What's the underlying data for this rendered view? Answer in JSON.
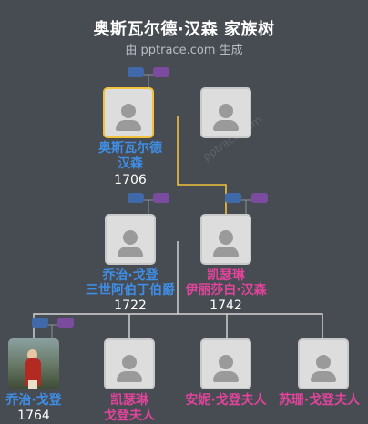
{
  "header": {
    "title": "奥斯瓦尔德·汉森 家族树",
    "subtitle": "由 pptrace.com 生成"
  },
  "watermark": "pptrace.com",
  "colors": {
    "background": "#474b52",
    "male": "#3f8ee6",
    "female": "#e0449b",
    "selected_border": "#f2c23d",
    "connector": "#f2c23d"
  },
  "people": [
    {
      "id": "oswald",
      "name_line1": "奥斯瓦尔德",
      "name_line2": "汉森",
      "year": "1706",
      "gender": "male",
      "selected": true
    },
    {
      "id": "spouse1",
      "name_line1": "",
      "name_line2": "",
      "year": "",
      "gender": "female",
      "selected": false
    },
    {
      "id": "george3",
      "name_line1": "乔治·戈登",
      "name_line2": "三世阿伯丁伯爵",
      "year": "1722",
      "gender": "male",
      "selected": false
    },
    {
      "id": "catherine_h",
      "name_line1": "凯瑟琳",
      "name_line2": "伊丽莎白·汉森",
      "year": "1742",
      "gender": "female",
      "selected": false
    },
    {
      "id": "george_g",
      "name_line1": "乔治·戈登",
      "name_line2": "",
      "year": "1764",
      "gender": "male",
      "selected": false,
      "photo": true
    },
    {
      "id": "catherine_g",
      "name_line1": "凯瑟琳",
      "name_line2": "戈登夫人",
      "year": "",
      "gender": "female",
      "selected": false
    },
    {
      "id": "annie",
      "name_line1": "安妮·戈登夫人",
      "name_line2": "",
      "year": "",
      "gender": "female",
      "selected": false
    },
    {
      "id": "susan",
      "name_line1": "苏珊·戈登夫人",
      "name_line2": "",
      "year": "",
      "gender": "female",
      "selected": false
    }
  ]
}
